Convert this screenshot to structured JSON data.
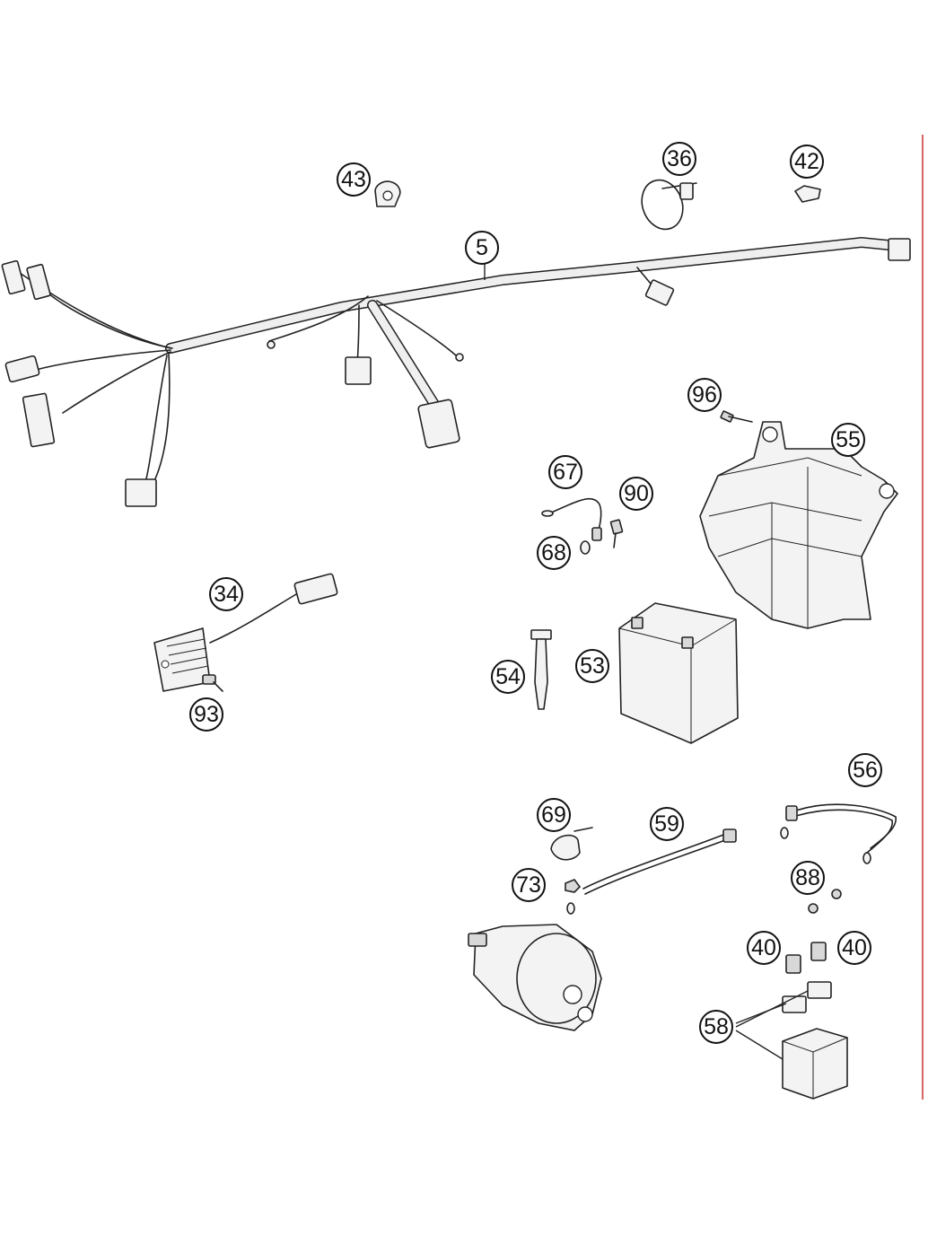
{
  "diagram": {
    "callouts": [
      {
        "id": "c43",
        "text": "43"
      },
      {
        "id": "c36",
        "text": "36"
      },
      {
        "id": "c42",
        "text": "42"
      },
      {
        "id": "c5",
        "text": "5"
      },
      {
        "id": "c96",
        "text": "96"
      },
      {
        "id": "c55",
        "text": "55"
      },
      {
        "id": "c67",
        "text": "67"
      },
      {
        "id": "c90",
        "text": "90"
      },
      {
        "id": "c68",
        "text": "68"
      },
      {
        "id": "c34",
        "text": "34"
      },
      {
        "id": "c93",
        "text": "93"
      },
      {
        "id": "c54",
        "text": "54"
      },
      {
        "id": "c53",
        "text": "53"
      },
      {
        "id": "c56",
        "text": "56"
      },
      {
        "id": "c69",
        "text": "69"
      },
      {
        "id": "c59",
        "text": "59"
      },
      {
        "id": "c73",
        "text": "73"
      },
      {
        "id": "c88",
        "text": "88"
      },
      {
        "id": "c40a",
        "text": "40"
      },
      {
        "id": "c40b",
        "text": "40"
      },
      {
        "id": "c58",
        "text": "58"
      }
    ]
  }
}
